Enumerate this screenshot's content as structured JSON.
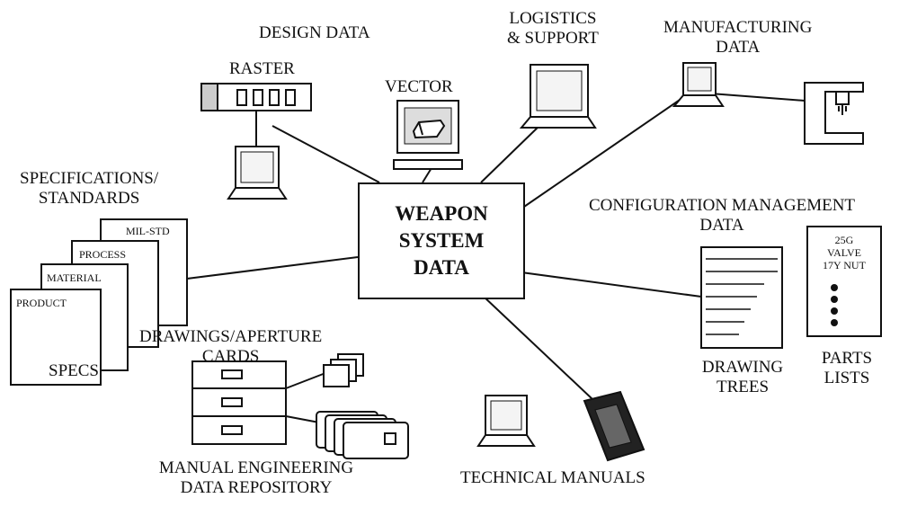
{
  "hub": {
    "lines": [
      "WEAPON",
      "SYSTEM",
      "DATA"
    ]
  },
  "labels": {
    "design_data": "DESIGN DATA",
    "raster": "RASTER",
    "vector": "VECTOR",
    "logistics": [
      "LOGISTICS",
      "& SUPPORT"
    ],
    "manufacturing": [
      "MANUFACTURING",
      "DATA"
    ],
    "specifications": [
      "SPECIFICATIONS/",
      "STANDARDS"
    ],
    "configuration": [
      "CONFIGURATION MANAGEMENT",
      "DATA"
    ],
    "drawings": [
      "DRAWINGS/APERTURE",
      "CARDS"
    ],
    "specs": "SPECS",
    "drawing_trees": [
      "DRAWING",
      "TREES"
    ],
    "parts_lists": [
      "PARTS",
      "LISTS"
    ],
    "technical_manuals": "TECHNICAL MANUALS",
    "manual_engineering": [
      "MANUAL ENGINEERING",
      "DATA REPOSITORY"
    ]
  },
  "spec_cards": [
    "MIL-STD",
    "PROCESS",
    "MATERIAL",
    "PRODUCT"
  ],
  "parts_list_items": [
    "25G",
    "VALVE",
    "17Y NUT"
  ]
}
